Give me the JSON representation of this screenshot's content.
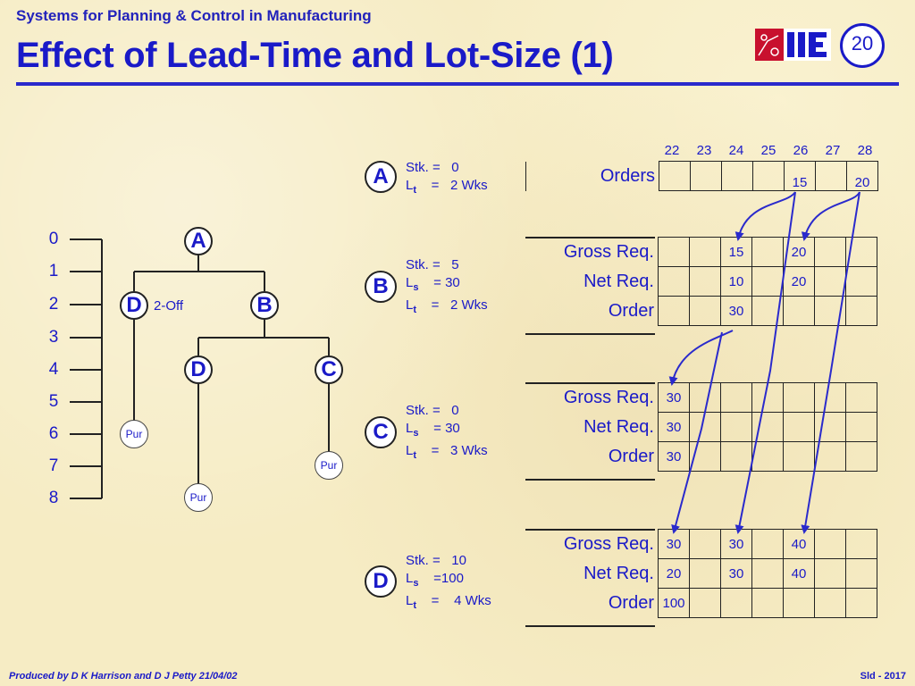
{
  "header": {
    "subtitle": "Systems for Planning & Control in Manufacturing",
    "title": "Effect of Lead-Time and Lot-Size (1)",
    "slide_number": "20"
  },
  "footer": {
    "left": "Produced by D K Harrison and D J Petty 21/04/02",
    "right": "Sld - 2017"
  },
  "bom": {
    "levels": [
      "0",
      "1",
      "2",
      "3",
      "4",
      "5",
      "6",
      "7",
      "8"
    ],
    "nodes": {
      "top": "A",
      "d_left": "D",
      "b": "B",
      "d_mid": "D",
      "c": "C"
    },
    "two_off": "2-Off",
    "pur": "Pur"
  },
  "weeks": [
    "22",
    "23",
    "24",
    "25",
    "26",
    "27",
    "28"
  ],
  "items": {
    "A": {
      "label": "A",
      "stk_label": "Stk.",
      "stk": "0",
      "lt_label": "L",
      "lt_sub": "t",
      "lt": "2 Wks",
      "rows": [
        {
          "label": "Orders",
          "cells": [
            "",
            "",
            "",
            "",
            "15",
            "",
            "20"
          ]
        }
      ]
    },
    "B": {
      "label": "B",
      "stk_label": "Stk.",
      "stk": "5",
      "ls_label": "L",
      "ls_sub": "s",
      "ls": "30",
      "lt_label": "L",
      "lt_sub": "t",
      "lt": "2 Wks",
      "rows": [
        {
          "label": "Gross Req.",
          "cells": [
            "",
            "",
            "15",
            "",
            "20",
            "",
            ""
          ]
        },
        {
          "label": "Net Req.",
          "cells": [
            "",
            "",
            "10",
            "",
            "20",
            "",
            ""
          ]
        },
        {
          "label": "Order",
          "cells": [
            "",
            "",
            "30",
            "",
            "",
            "",
            ""
          ]
        }
      ]
    },
    "C": {
      "label": "C",
      "stk_label": "Stk.",
      "stk": "0",
      "ls_label": "L",
      "ls_sub": "s",
      "ls": "30",
      "lt_label": "L",
      "lt_sub": "t",
      "lt": "3 Wks",
      "rows": [
        {
          "label": "Gross Req.",
          "cells": [
            "30",
            "",
            "",
            "",
            "",
            "",
            ""
          ]
        },
        {
          "label": "Net Req.",
          "cells": [
            "30",
            "",
            "",
            "",
            "",
            "",
            ""
          ]
        },
        {
          "label": "Order",
          "cells": [
            "30",
            "",
            "",
            "",
            "",
            "",
            ""
          ]
        }
      ]
    },
    "D": {
      "label": "D",
      "stk_label": "Stk.",
      "stk": "10",
      "ls_label": "L",
      "ls_sub": "s",
      "ls": "100",
      "lt_label": "L",
      "lt_sub": "t",
      "lt": "4 Wks",
      "rows": [
        {
          "label": "Gross Req.",
          "cells": [
            "30",
            "",
            "30",
            "",
            "40",
            "",
            ""
          ]
        },
        {
          "label": "Net Req.",
          "cells": [
            "20",
            "",
            "30",
            "",
            "40",
            "",
            ""
          ]
        },
        {
          "label": "Order",
          "cells": [
            "100",
            "",
            "",
            "",
            "",
            "",
            ""
          ]
        }
      ]
    }
  },
  "colors": {
    "text": "#1a1ac8",
    "arrow": "#2a2acc",
    "background": "#f6ecc4"
  }
}
